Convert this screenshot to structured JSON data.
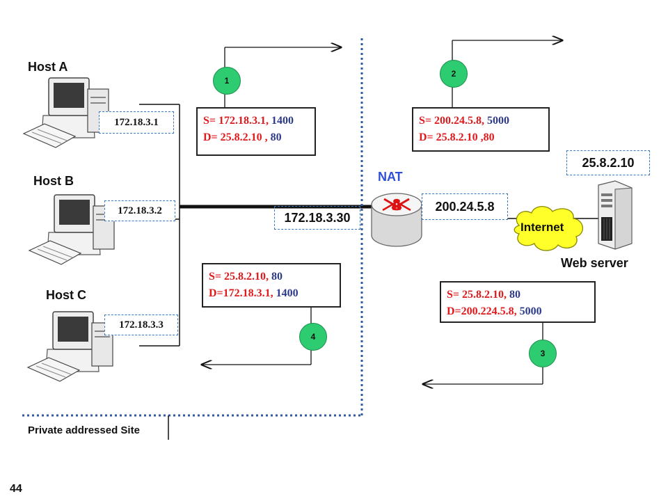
{
  "hosts": [
    {
      "name": "Host A",
      "ip": "172.18.3.1"
    },
    {
      "name": "Host B",
      "ip": "172.18.3.2"
    },
    {
      "name": "Host C",
      "ip": "172.18.3.3"
    }
  ],
  "router": {
    "label": "NAT",
    "inside_ip": "172.18.3.30",
    "outside_ip": "200.24.5.8"
  },
  "internet_label": "Internet",
  "server": {
    "label": "Web server",
    "ip": "25.8.2.10"
  },
  "site_label": "Private addressed Site",
  "packets": [
    {
      "step": "1",
      "src_ip": "S= 172.18.3.1,",
      "src_port": "1400",
      "dst_ip": "D= 25.8.2.10 ,",
      "dst_port": "80"
    },
    {
      "step": "2",
      "src_ip": "S= 200.24.5.8,",
      "src_port": "5000",
      "dst_ip": "D= 25.8.2.10 ,80",
      "dst_port": ""
    },
    {
      "step": "3",
      "src_ip": "S= 25.8.2.10,",
      "src_port": "80",
      "dst_ip": "D=200.224.5.8,",
      "dst_port": "5000"
    },
    {
      "step": "4",
      "src_ip": "S= 25.8.2.10,",
      "src_port": "80",
      "dst_ip": "D=172.18.3.1,",
      "dst_port": "1400"
    }
  ],
  "page_number": "44",
  "colors": {
    "ip_red": "#e0191c",
    "port_blue": "#2d3a8c",
    "step_green": "#2ecc71",
    "nat_blue": "#2f4fd6",
    "dash_blue": "#3a78c2"
  }
}
